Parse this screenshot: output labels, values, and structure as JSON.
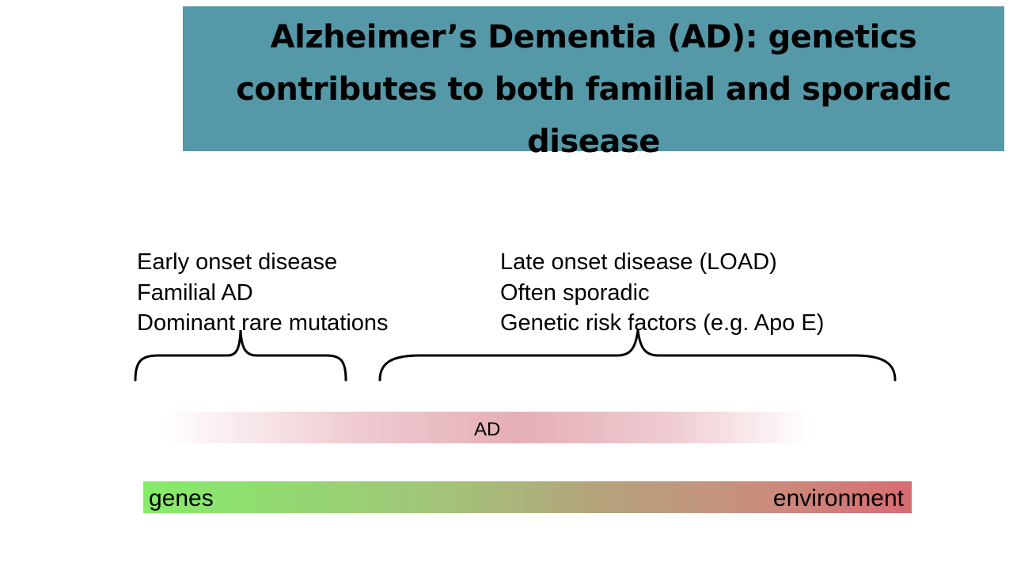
{
  "title": {
    "line1": "Alzheimer’s Dementia (AD): genetics",
    "line2": "contributes to both familial and sporadic",
    "line3": "disease"
  },
  "early_onset": {
    "items": [
      "Early onset disease",
      "Familial AD",
      "Dominant rare mutations"
    ]
  },
  "late_onset": {
    "items": [
      "Late onset disease (LOAD)",
      "Often sporadic",
      "Genetic risk factors (e.g. Apo E)"
    ]
  },
  "ad_band": {
    "label": "AD"
  },
  "spectrum": {
    "left_label": "genes",
    "right_label": "environment"
  },
  "colors": {
    "title_background": "#5599a8",
    "genes": "#85ec6a",
    "environment": "#d86b73",
    "ad_band": "#e1a0aa"
  }
}
